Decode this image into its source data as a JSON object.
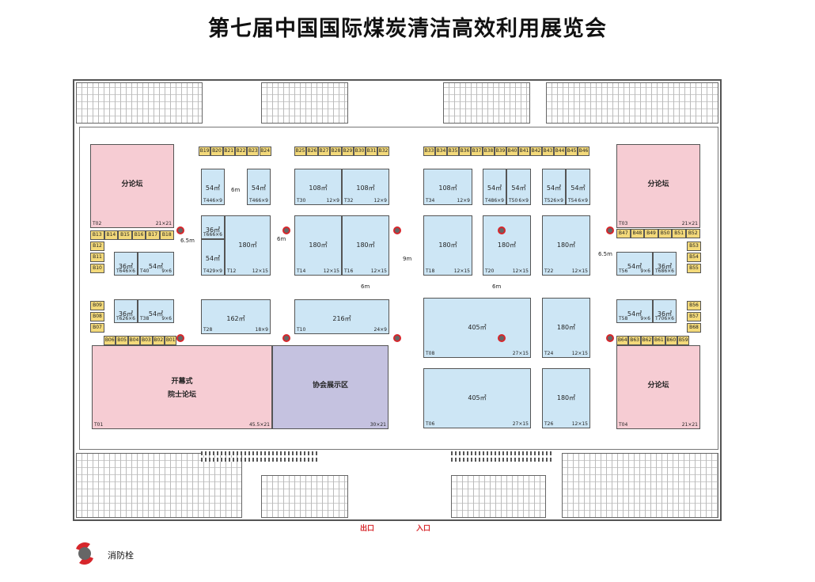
{
  "title": "第七届中国国际煤炭清洁高效利用展览会",
  "colors": {
    "forum": "#f6ccd3",
    "booth": "#cde6f5",
    "association": "#c5c2e0",
    "standard": "#f3d97a",
    "hydrant": "#d7262b"
  },
  "forums": [
    {
      "name": "分论坛",
      "code": "T02",
      "dims": "21×21"
    },
    {
      "name": "分论坛",
      "code": "T03",
      "dims": "21×21"
    },
    {
      "name": "分论坛",
      "code": "T04",
      "dims": "21×21"
    },
    {
      "name": "开幕式",
      "name2": "院士论坛",
      "code": "T01",
      "dims": "45.5×21"
    },
    {
      "name": "协会展示区",
      "code": "",
      "dims": "30×21"
    }
  ],
  "booths": [
    {
      "code": "T44",
      "area": "54㎡",
      "dims": "6×9"
    },
    {
      "code": "T46",
      "area": "54㎡",
      "dims": "6×9"
    },
    {
      "code": "T30",
      "area": "108㎡",
      "dims": "12×9"
    },
    {
      "code": "T32",
      "area": "108㎡",
      "dims": "12×9"
    },
    {
      "code": "T34",
      "area": "108㎡",
      "dims": "12×9"
    },
    {
      "code": "T48",
      "area": "54㎡",
      "dims": "6×9"
    },
    {
      "code": "T50",
      "area": "54㎡",
      "dims": "6×9"
    },
    {
      "code": "T52",
      "area": "54㎡",
      "dims": "6×9"
    },
    {
      "code": "T54",
      "area": "54㎡",
      "dims": "6×9"
    },
    {
      "code": "T66",
      "area": "36㎡",
      "dims": "6×6"
    },
    {
      "code": "T42",
      "area": "54㎡",
      "dims": "9×9"
    },
    {
      "code": "T12",
      "area": "180㎡",
      "dims": "12×15"
    },
    {
      "code": "T14",
      "area": "180㎡",
      "dims": "12×15"
    },
    {
      "code": "T16",
      "area": "180㎡",
      "dims": "12×15"
    },
    {
      "code": "T18",
      "area": "180㎡",
      "dims": "12×15"
    },
    {
      "code": "T20",
      "area": "180㎡",
      "dims": "12×15"
    },
    {
      "code": "T22",
      "area": "180㎡",
      "dims": "12×15"
    },
    {
      "code": "T64",
      "area": "36㎡",
      "dims": "6×6"
    },
    {
      "code": "T40",
      "area": "54㎡",
      "dims": "9×6"
    },
    {
      "code": "T56",
      "area": "54㎡",
      "dims": "9×6"
    },
    {
      "code": "T68",
      "area": "36㎡",
      "dims": "6×6"
    },
    {
      "code": "T62",
      "area": "36㎡",
      "dims": "6×6"
    },
    {
      "code": "T38",
      "area": "54㎡",
      "dims": "9×6"
    },
    {
      "code": "T28",
      "area": "162㎡",
      "dims": "18×9"
    },
    {
      "code": "T10",
      "area": "216㎡",
      "dims": "24×9"
    },
    {
      "code": "T08",
      "area": "405㎡",
      "dims": "27×15"
    },
    {
      "code": "T24",
      "area": "180㎡",
      "dims": "12×15"
    },
    {
      "code": "T58",
      "area": "54㎡",
      "dims": "9×6"
    },
    {
      "code": "T70",
      "area": "36㎡",
      "dims": "6×6"
    },
    {
      "code": "T06",
      "area": "405㎡",
      "dims": "27×15"
    },
    {
      "code": "T26",
      "area": "180㎡",
      "dims": "12×15"
    }
  ],
  "standard_rows": {
    "top_left": [
      "B19",
      "B20",
      "B21",
      "B22",
      "B23",
      "B24"
    ],
    "top_mid": [
      "B25",
      "B26",
      "B27",
      "B28",
      "B29",
      "B30",
      "B31",
      "B32"
    ],
    "top_right": [
      "B33",
      "B34",
      "B35",
      "B36",
      "B37",
      "B38",
      "B39",
      "B40",
      "B41",
      "B42",
      "B43",
      "B44",
      "B45",
      "B46"
    ],
    "left_row": [
      "B13",
      "B14",
      "B15",
      "B16",
      "B17",
      "B18"
    ],
    "left_col": [
      "B12",
      "B11",
      "B10"
    ],
    "left_col2": [
      "B09",
      "B08",
      "B07"
    ],
    "bottom_left": [
      "B06",
      "B05",
      "B04",
      "B03",
      "B02",
      "B01"
    ],
    "right_row": [
      "B47",
      "B48",
      "B49",
      "B50",
      "B51",
      "B52"
    ],
    "right_col": [
      "B53",
      "B54",
      "B55"
    ],
    "right_col2": [
      "B56",
      "B57",
      "B68"
    ],
    "bottom_right": [
      "B64",
      "B63",
      "B62",
      "B61",
      "B60",
      "B59"
    ]
  },
  "aisles": [
    "6m",
    "6m",
    "6.5m",
    "9m",
    "6m",
    "6m",
    "6.5m"
  ],
  "exit_label": "出口",
  "entry_label": "入口",
  "legend_label": "消防栓"
}
